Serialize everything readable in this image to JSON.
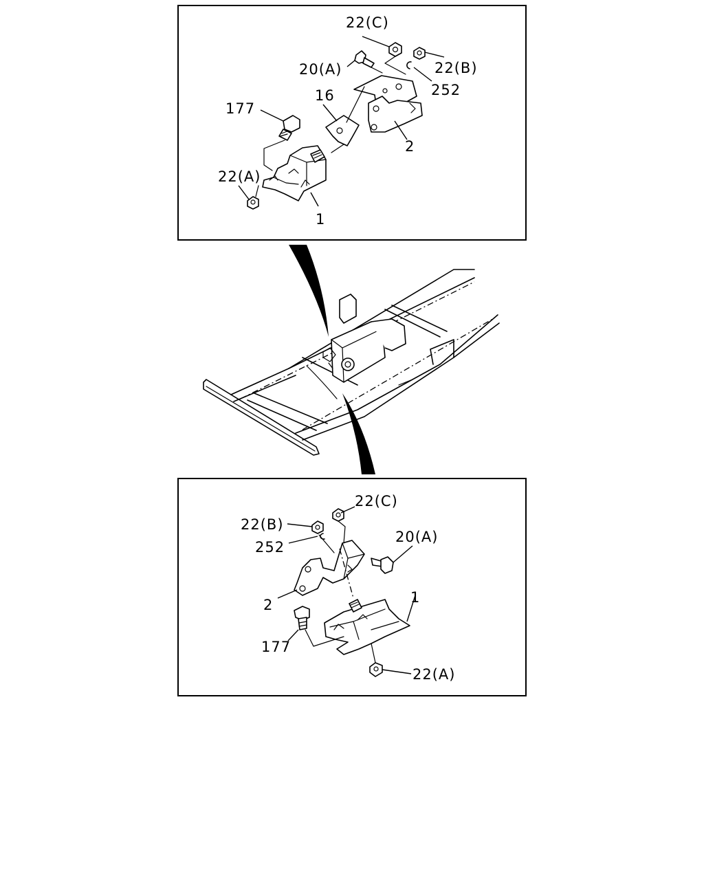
{
  "top_panel": {
    "callouts": {
      "c22c": "22(C)",
      "c20a": "20(A)",
      "c22b": "22(B)",
      "c252": "252",
      "c177": "177",
      "c16": "16",
      "c2": "2",
      "c22a": "22(A)",
      "c1": "1"
    }
  },
  "bottom_panel": {
    "callouts": {
      "c22c": "22(C)",
      "c22b": "22(B)",
      "c252": "252",
      "c20a": "20(A)",
      "c2": "2",
      "c1": "1",
      "c177": "177",
      "c22a": "22(A)"
    }
  }
}
